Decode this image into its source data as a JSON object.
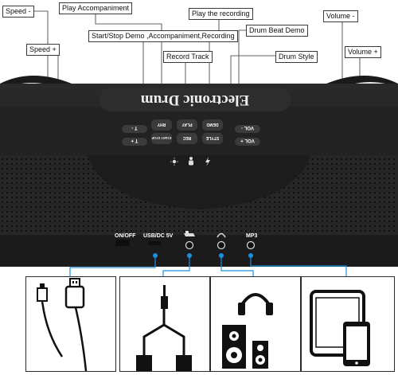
{
  "callouts": {
    "speed_minus": "Speed -",
    "speed_plus": "Speed +",
    "play_accompaniment": "Play Accompaniment",
    "start_stop_demo": "Start/Stop Demo ,Accompaniment,Recording",
    "record_track": "Record Track",
    "play_recording": "Play the recording",
    "drum_beat_demo": "Drum Beat Demo",
    "drum_style": "Drum Style",
    "volume_minus": "Volume -",
    "volume_plus": "Volume +"
  },
  "device": {
    "brand": "Electronic Drum",
    "buttons": {
      "tempo_minus": "T -",
      "tempo_plus": "T +",
      "start_stop": "START STOP",
      "rhy": "RHY",
      "rec": "REC",
      "play": "PLAY",
      "style": "STYLE",
      "demo": "DEMO",
      "vol_minus": "VOL -",
      "vol_plus": "VOL +"
    },
    "ports": {
      "on_off": "ON/OFF",
      "usb_dc": "USB/DC 5V",
      "mp3": "MP3"
    }
  },
  "colors": {
    "body": "#1c1c1c",
    "grille": "#2a2a2a",
    "accent_blue": "#1a8fe0",
    "label_border": "#3a3a3a"
  },
  "icons": {
    "top_status": [
      "brightness-icon",
      "person-icon",
      "bolt-icon"
    ],
    "ports": [
      "pedal-port-icon",
      "headphones-icon",
      "mp3-icon"
    ],
    "panels": [
      "usb-cable-icon",
      "audio-splitter-cable-icon",
      "headphones-speakers-icon",
      "tablet-phone-icon"
    ]
  }
}
